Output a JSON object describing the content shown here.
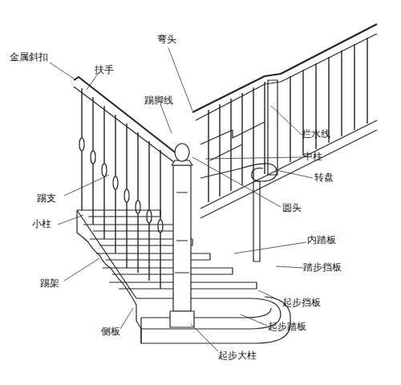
{
  "diagram": {
    "labels": [
      "金属斜扣",
      "扶手",
      "弯头",
      "踢脚线",
      "拦水线",
      "中柱",
      "转盘",
      "圆头",
      "踢支",
      "小柱",
      "内踏板",
      "踏步挡板",
      "踢架",
      "起步挡板",
      "侧板",
      "起步踏板",
      "起步大柱"
    ]
  }
}
